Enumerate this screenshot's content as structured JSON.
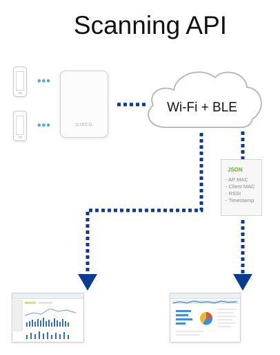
{
  "title": "Scanning API",
  "cloud": {
    "label": "Wi-Fi + BLE"
  },
  "access_point": {
    "brand": "CISCO"
  },
  "json_card": {
    "title": "JSON",
    "fields": [
      "- AP MAC",
      "- Client MAC",
      "- RSSI",
      "- Timestamp"
    ]
  },
  "colors": {
    "connector": "#0c3b8f",
    "dots": "#4ea8e6",
    "json_title": "#67b32e"
  },
  "icons": {
    "phones": "smartphone-icon",
    "access_point": "wireless-access-point-icon",
    "cloud": "cloud-icon",
    "document": "document-icon",
    "dashboards": "dashboard-screenshot"
  }
}
